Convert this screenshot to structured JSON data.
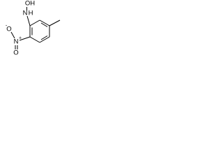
{
  "compound": {
    "atoms": {
      "hydroxyl_oxygen": "OH",
      "amine_nitrogen": "N",
      "amine_hydrogen": "H",
      "nitro_nitrogen": "N",
      "nitro_charge_positive": "+",
      "nitro_oxygen_minus": "O",
      "nitro_charge_negative": "-",
      "nitro_oxygen_double": "O"
    }
  },
  "colors": {
    "bond": "#000000",
    "atom_label": "#000000",
    "background": "#ffffff"
  }
}
